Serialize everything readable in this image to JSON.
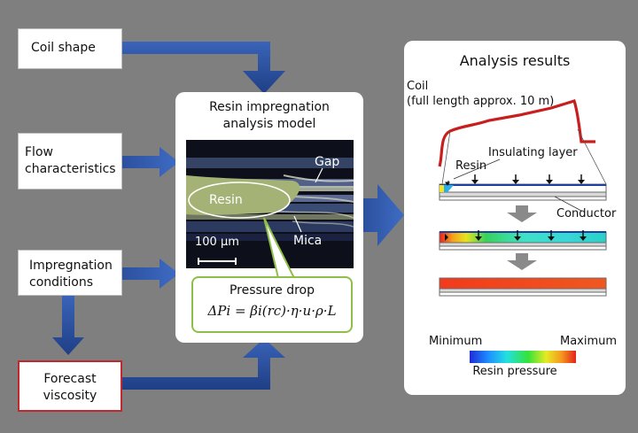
{
  "inputs": {
    "coil_shape": "Coil shape",
    "flow_line1": "Flow",
    "flow_line2": "characteristics",
    "impreg_line1": "Impregnation",
    "impreg_line2": "conditions",
    "forecast_line1": "Forecast",
    "forecast_line2": "viscosity"
  },
  "model": {
    "title_line1": "Resin impregnation",
    "title_line2": "analysis model",
    "label_gap": "Gap",
    "label_resin": "Resin",
    "label_mica": "Mica",
    "scale_bar": "100 μm",
    "pressure_drop_title": "Pressure drop",
    "formula": "ΔPi = βi(rc)·η·u·ρ·L"
  },
  "results": {
    "title": "Analysis results",
    "coil_line1": "Coil",
    "coil_line2": "(full length approx. 10 m)",
    "insulating_layer": "Insulating layer",
    "resin": "Resin",
    "conductor": "Conductor",
    "legend_min": "Minimum",
    "legend_max": "Maximum",
    "legend_title": "Resin pressure"
  },
  "colors": {
    "arrow_blue": "#2a4f9c",
    "forecast_border": "#c0282b",
    "formula_border": "#8fbf4a",
    "coil_red": "#c81e1e",
    "step_arrow_gray": "#8a8a8a"
  }
}
